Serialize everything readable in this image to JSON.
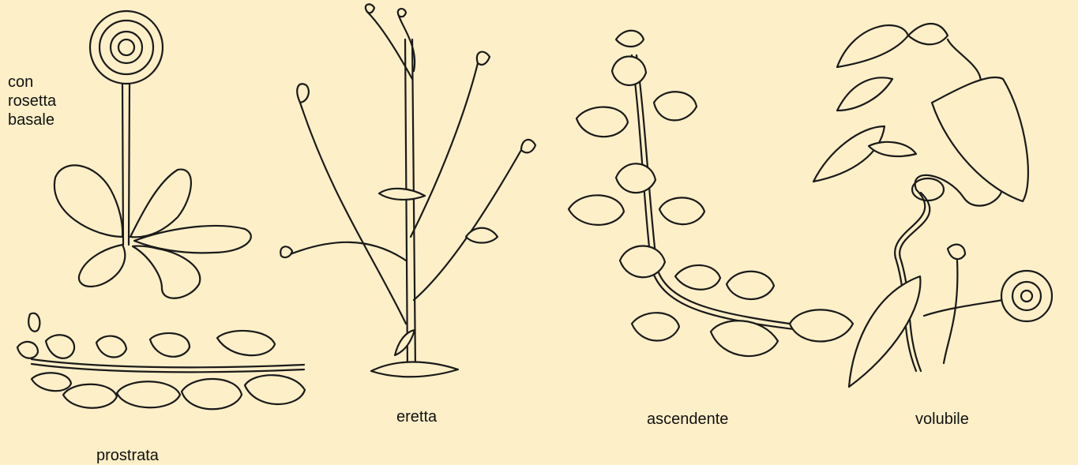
{
  "labels": {
    "rosetta": [
      "con",
      "rosetta",
      "basale"
    ],
    "prostrata": "prostrata",
    "eretta": "eretta",
    "ascendente": "ascendente",
    "volubile": "volubile"
  },
  "colors": {
    "background": "#fdefc8",
    "ink": "#1a1a1a"
  }
}
